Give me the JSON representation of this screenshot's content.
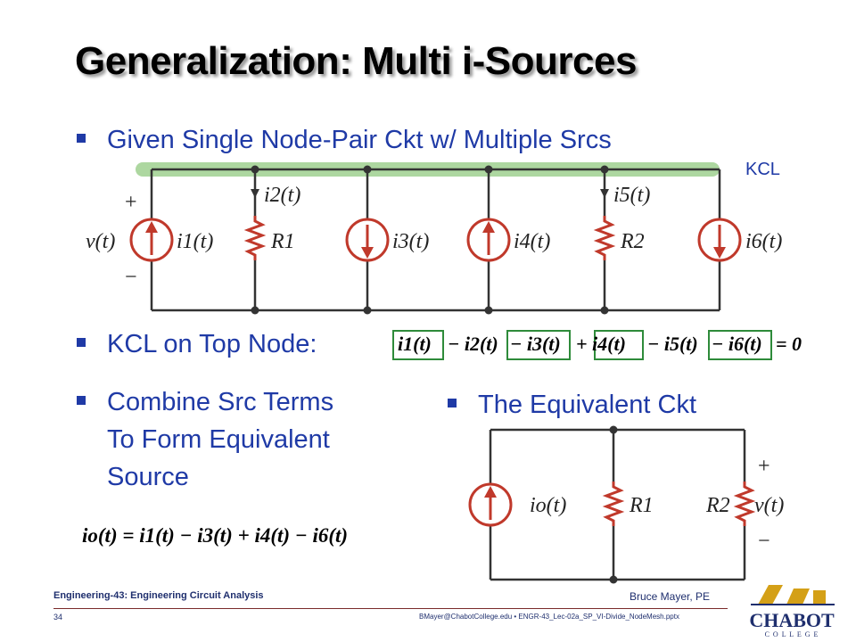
{
  "slide": {
    "title": "Generalization: Multi i-Sources",
    "bullet1": "Given Single Node-Pair Ckt w/ Multiple Srcs",
    "kcl_tag": "KCL",
    "bullet2": "KCL on Top Node:",
    "bullet3_lines": [
      "Combine Src Terms",
      "To Form Equivalent",
      "Source"
    ],
    "bullet4": "The Equivalent Ckt"
  },
  "circuit1": {
    "plus": "+",
    "minus": "−",
    "voltage": "v(t)",
    "labels": {
      "i1": "i1(t)",
      "i2": "i2(t)",
      "R1": "R1",
      "i3": "i3(t)",
      "i4": "i4(t)",
      "i5": "i5(t)",
      "R2": "R2",
      "i6": "i6(t)"
    }
  },
  "kcl_equation": {
    "terms": [
      "i1(t)",
      "− i2(t)",
      "− i3(t)",
      "+ i4(t)",
      "− i5(t)",
      "− i6(t)",
      "= 0"
    ],
    "boxed": [
      true,
      false,
      true,
      true,
      false,
      true,
      false
    ],
    "box_color": "#2e8b3a"
  },
  "combine_equation": "io(t) = i1(t) − i3(t) + i4(t) − i6(t)",
  "circuit2": {
    "source": "io(t)",
    "R1": "R1",
    "R2": "R2",
    "voltage": "v(t)",
    "plus": "+",
    "minus": "−"
  },
  "footer": {
    "course": "Engineering-43: Engineering Circuit Analysis",
    "author": "Bruce Mayer, PE",
    "page": "34",
    "contact": "BMayer@ChabotCollege.edu  •  ENGR-43_Lec-02a_SP_VI-Divide_NodeMesh.pptx",
    "logo_text": "CHABOT",
    "logo_sub": "C O L L E G E"
  },
  "colors": {
    "accent": "#1f3aa6",
    "source_red": "#c0392b",
    "wire": "#333333",
    "kcl_band": "#9fd08f",
    "logo_gold": "#d4a017"
  }
}
